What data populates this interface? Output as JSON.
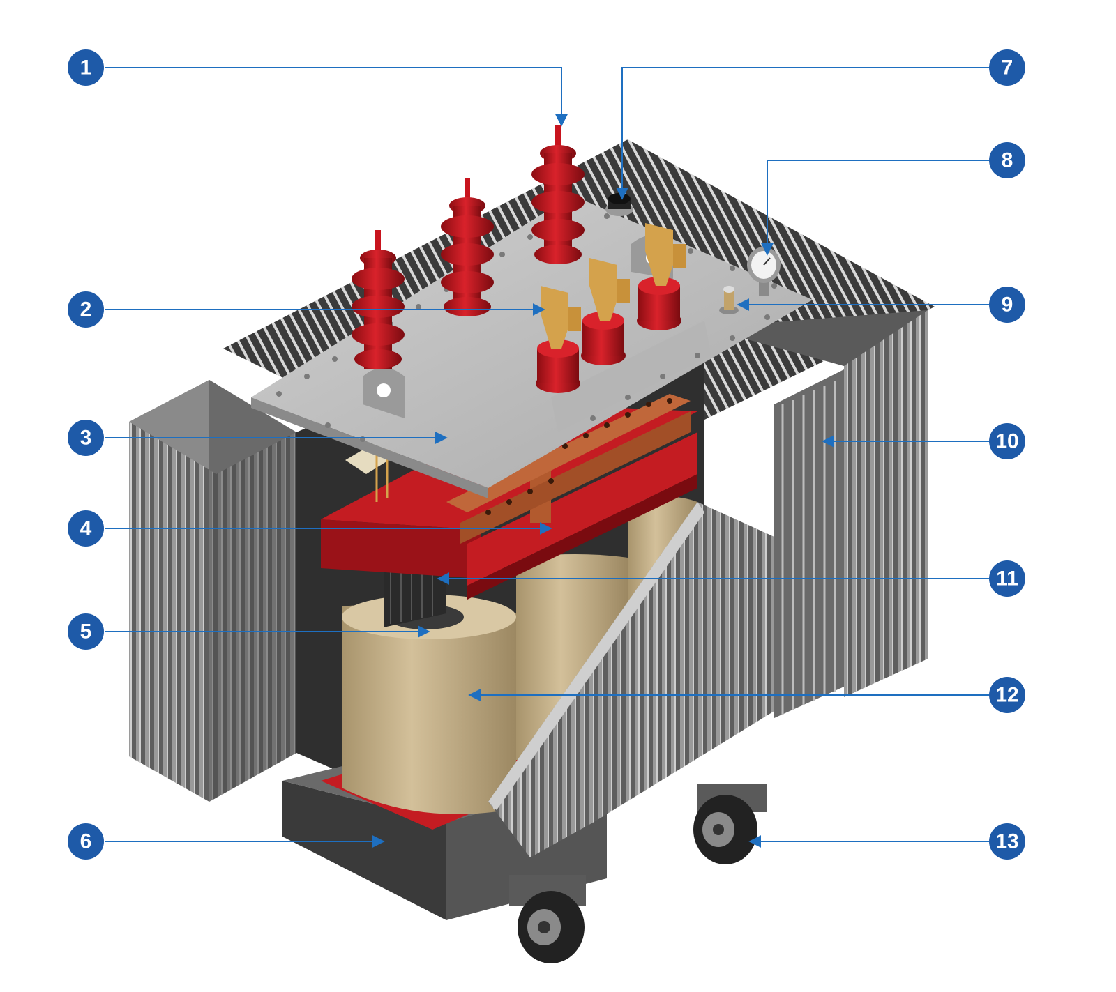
{
  "colors": {
    "callout": "#1e5aa8",
    "leader": "#1e6fc0",
    "tank_dark": "#3a3a3a",
    "fin": "#6f6f6f",
    "fin_dark": "#4a4a4a",
    "fin_light": "#b9b9b9",
    "cover": "#bfbfbf",
    "insulator": "#c8141e",
    "insulator_dark": "#8c0d12",
    "copper": "#b25a2e",
    "brass": "#d4a24c",
    "frame": "#c41c22",
    "coil": "#c9b48a",
    "coil_shade": "#a8946c",
    "core": "#3c3c3c"
  },
  "callouts": [
    {
      "id": "1",
      "label": "1",
      "icon": "callout-badge"
    },
    {
      "id": "2",
      "label": "2",
      "icon": "callout-badge"
    },
    {
      "id": "3",
      "label": "3",
      "icon": "callout-badge"
    },
    {
      "id": "4",
      "label": "4",
      "icon": "callout-badge"
    },
    {
      "id": "5",
      "label": "5",
      "icon": "callout-badge"
    },
    {
      "id": "6",
      "label": "6",
      "icon": "callout-badge"
    },
    {
      "id": "7",
      "label": "7",
      "icon": "callout-badge"
    },
    {
      "id": "8",
      "label": "8",
      "icon": "callout-badge"
    },
    {
      "id": "9",
      "label": "9",
      "icon": "callout-badge"
    },
    {
      "id": "10",
      "label": "10",
      "icon": "callout-badge"
    },
    {
      "id": "11",
      "label": "11",
      "icon": "callout-badge"
    },
    {
      "id": "12",
      "label": "12",
      "icon": "callout-badge"
    },
    {
      "id": "13",
      "label": "13",
      "icon": "callout-badge"
    }
  ]
}
